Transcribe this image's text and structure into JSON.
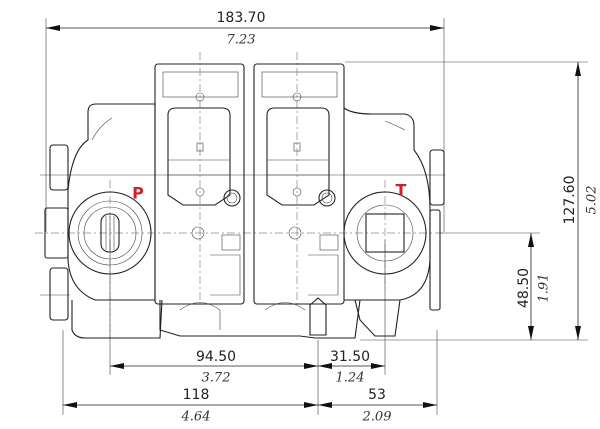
{
  "dimensions": {
    "overall_width": {
      "mm": "183.70",
      "in": "7.23"
    },
    "overall_height": {
      "mm": "127.60",
      "in": "5.02"
    },
    "port_height": {
      "mm": "48.50",
      "in": "1.91"
    },
    "p_to_center": {
      "mm": "94.50",
      "in": "3.72"
    },
    "center_to_t": {
      "mm": "31.50",
      "in": "1.24"
    },
    "left_to_center": {
      "mm": "118",
      "in": "4.64"
    },
    "center_to_right": {
      "mm": "53",
      "in": "2.09"
    }
  },
  "ports": {
    "p": "P",
    "t": "T"
  },
  "colors": {
    "port_label": "#d0202a",
    "line": "#222222"
  }
}
